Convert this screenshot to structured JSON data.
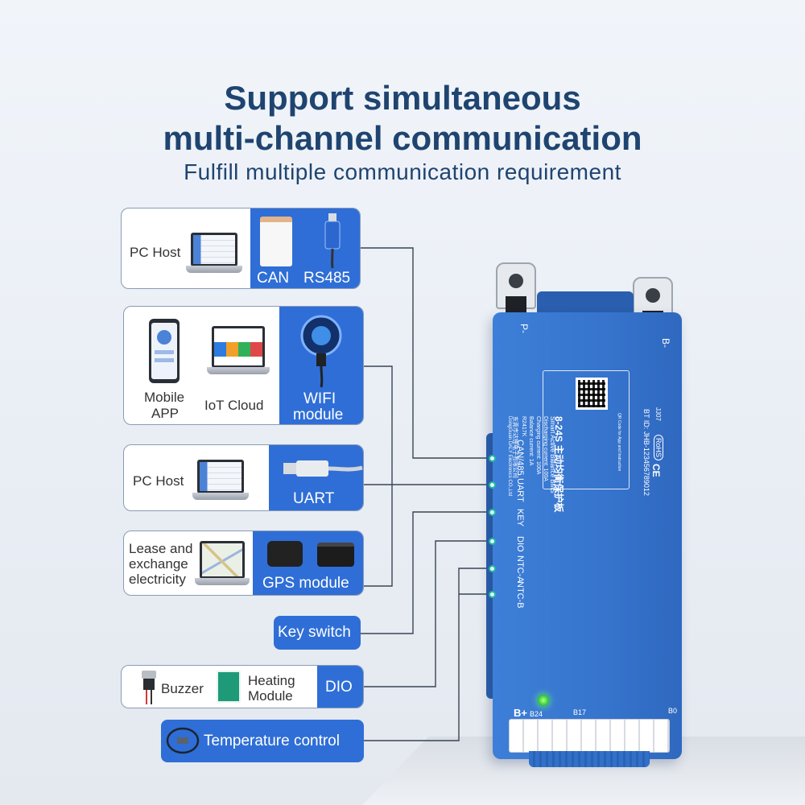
{
  "header": {
    "title_line1": "Support simultaneous",
    "title_line2": "multi-channel communication",
    "subtitle": "Fulfill multiple communication requirement"
  },
  "cards": {
    "pc_host_can": {
      "label": "PC Host",
      "tag1": "CAN",
      "tag2": "RS485"
    },
    "mobile_iot": {
      "mobile": "Mobile APP",
      "mobile_l1": "Mobile",
      "mobile_l2": "APP",
      "iot": "IoT Cloud",
      "wifi_l1": "WIFI",
      "wifi_l2": "module"
    },
    "pc_host_uart": {
      "label": "PC Host",
      "tag": "UART"
    },
    "lease": {
      "l1": "Lease and",
      "l2": "exchange",
      "l3": "electricity",
      "tag": "GPS module"
    },
    "key_switch": {
      "label": "Key switch"
    },
    "dio": {
      "buzzer": "Buzzer",
      "heat_l1": "Heating",
      "heat_l2": "Module",
      "tag": "DIO"
    },
    "temperature": {
      "label": "Temperature control"
    }
  },
  "bms": {
    "ports": [
      "CAN/485",
      "UART",
      "KEY",
      "DIO",
      "NTC-A",
      "NTC-B"
    ],
    "terminal_p": "P-",
    "terminal_b": "B-",
    "b_plus": "B+",
    "b24": "B24",
    "b17": "B17",
    "b0": "B0",
    "model": "8-24S 主动均衡保护板",
    "model_en": "Smart Active Balance BMS",
    "discharge": "Discharging current: 100A",
    "charge": "Charging current: 100A",
    "balance": "Balance current: 1A",
    "code": "R2417K",
    "company_cn": "东莞市达锂电子有限公司",
    "company_en": "DongGuan DALY Electronics CO.,Ltd",
    "bt_id": "BT ID: JHB-123456789012",
    "rohs": "RoHS",
    "ce": "CE",
    "qr_note": "QR Code for App and Instruction",
    "jj": "JJ07"
  },
  "colors": {
    "accent": "#2f6ed6",
    "title": "#1f4470",
    "bms_body": "#3674cd",
    "led": "#3bd53b"
  }
}
